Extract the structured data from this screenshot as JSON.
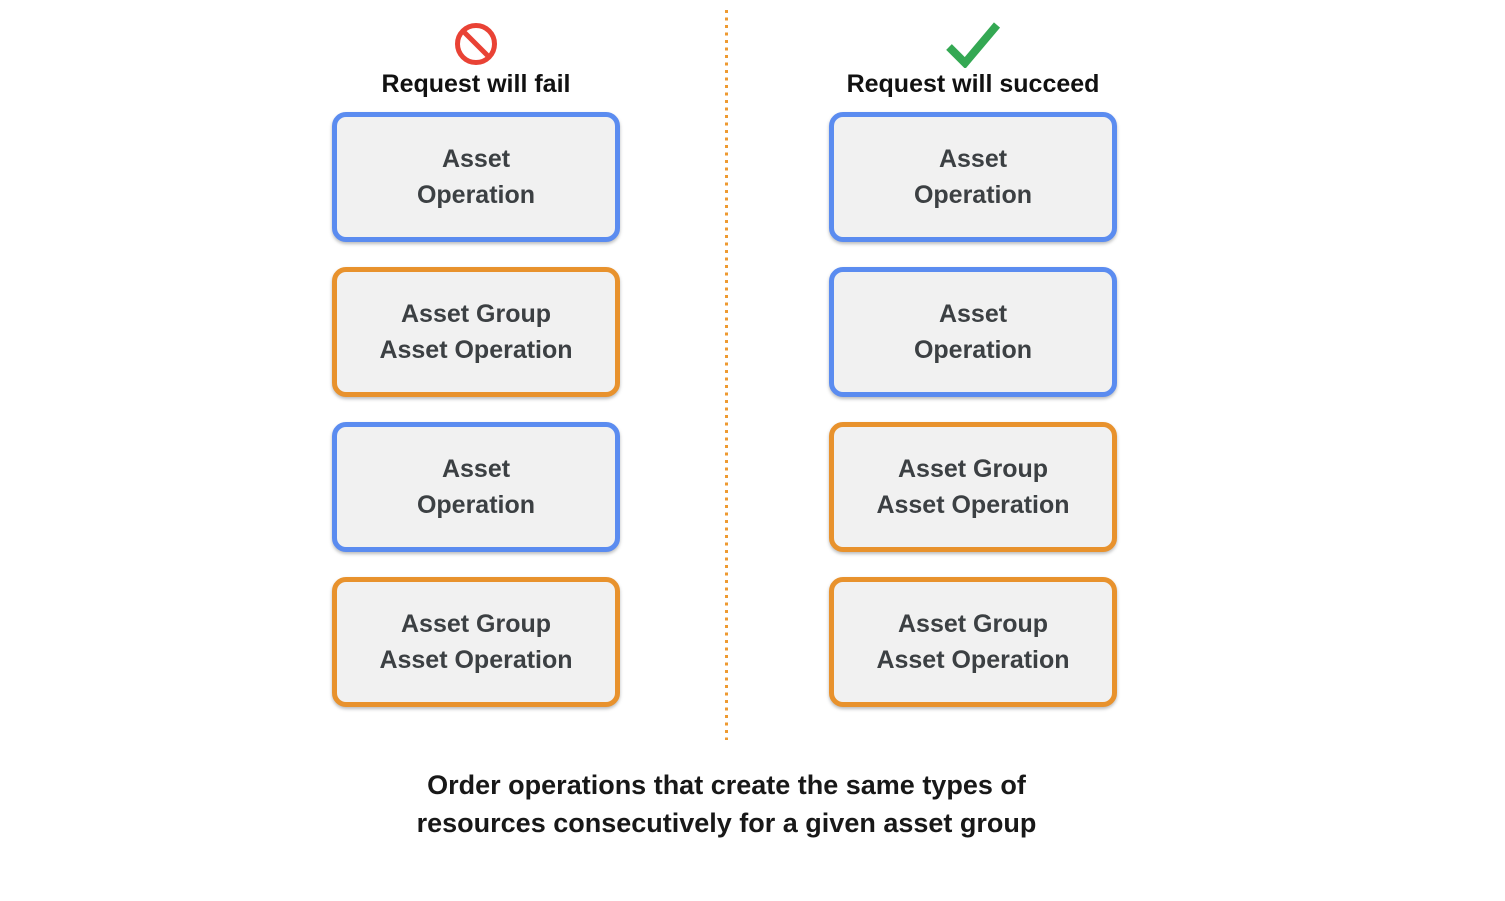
{
  "columns": [
    {
      "id": "fail",
      "icon": "prohibition-icon",
      "title": "Request will fail",
      "boxes": [
        {
          "type": "asset-operation",
          "lines": [
            "Asset",
            "Operation"
          ]
        },
        {
          "type": "asset-group-asset-operation",
          "lines": [
            "Asset Group",
            "Asset Operation"
          ]
        },
        {
          "type": "asset-operation",
          "lines": [
            "Asset",
            "Operation"
          ]
        },
        {
          "type": "asset-group-asset-operation",
          "lines": [
            "Asset Group",
            "Asset Operation"
          ]
        }
      ]
    },
    {
      "id": "succeed",
      "icon": "checkmark-icon",
      "title": "Request will succeed",
      "boxes": [
        {
          "type": "asset-operation",
          "lines": [
            "Asset",
            "Operation"
          ]
        },
        {
          "type": "asset-operation",
          "lines": [
            "Asset",
            "Operation"
          ]
        },
        {
          "type": "asset-group-asset-operation",
          "lines": [
            "Asset Group",
            "Asset Operation"
          ]
        },
        {
          "type": "asset-group-asset-operation",
          "lines": [
            "Asset Group",
            "Asset Operation"
          ]
        }
      ]
    }
  ],
  "caption": {
    "line1": "Order operations that create the same types of",
    "line2": "resources consecutively for a given asset group"
  },
  "colors": {
    "blue_border": "#5b8cf0",
    "orange_border": "#e8922d",
    "fail_red": "#e94235",
    "success_green": "#34a853",
    "box_fill": "#f1f1f1",
    "box_text": "#3c4043",
    "divider_orange": "#ee9a31",
    "heading_text": "#111111",
    "caption_text": "#181818"
  }
}
